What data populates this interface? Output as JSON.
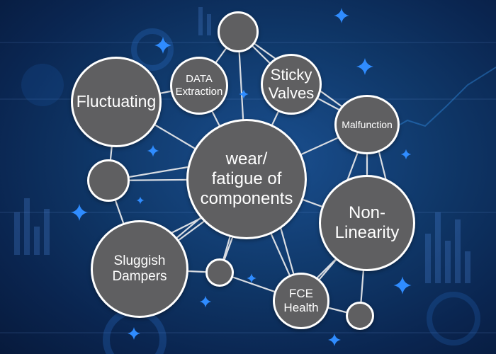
{
  "diagram": {
    "nodes": {
      "fluctuating": {
        "label": "Fluctuating"
      },
      "data_extraction": {
        "line1": "DATA",
        "line2": "Extraction"
      },
      "sticky_valves": {
        "line1": "Sticky",
        "line2": "Valves"
      },
      "malfunction": {
        "label": "Malfunction"
      },
      "wear": {
        "line1": "wear/",
        "line2": "fatigue of",
        "line3": "components"
      },
      "non_linearity": {
        "line1": "Non-",
        "line2": "Linearity"
      },
      "sluggish_dampers": {
        "line1": "Sluggish",
        "line2": "Dampers"
      },
      "fce_health": {
        "line1": "FCE",
        "line2": "Health"
      }
    },
    "colors": {
      "node_fill": "#5f5f61",
      "node_border": "#ffffff",
      "edge": "#d9dde3",
      "star": "#2f8cff",
      "background": "#0f3768"
    }
  }
}
